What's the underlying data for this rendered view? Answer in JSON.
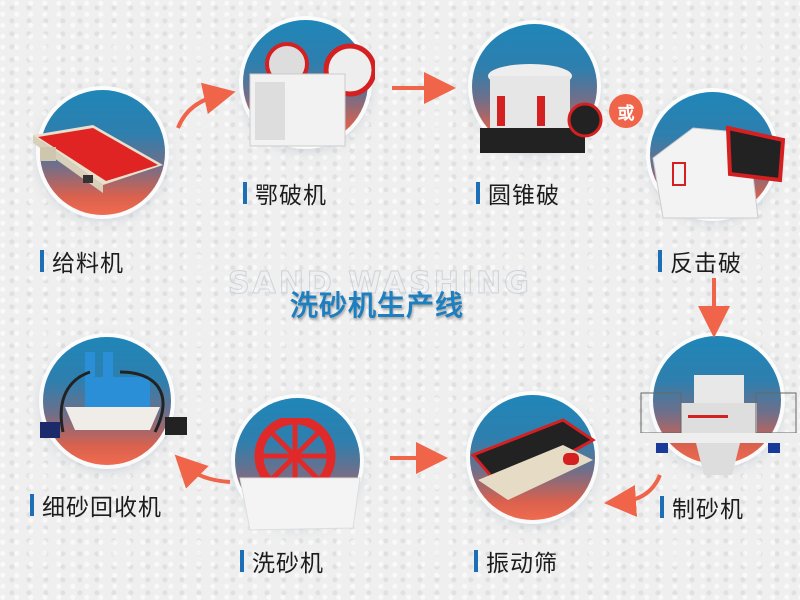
{
  "title": "洗砂机生产线",
  "watermark": "SAND WASHING",
  "or_badge": "或",
  "colors": {
    "accent_blue": "#1c6fb6",
    "title_blue": "#1e7fc0",
    "arrow_orange": "#f0644a",
    "circle_top": "#1f86b8",
    "circle_bottom": "#f06a4f"
  },
  "stages": [
    {
      "id": "feeder",
      "label": "给料机"
    },
    {
      "id": "jaw-crusher",
      "label": "鄂破机"
    },
    {
      "id": "cone-crusher",
      "label": "圆锥破"
    },
    {
      "id": "impact-crusher",
      "label": "反击破"
    },
    {
      "id": "sand-maker",
      "label": "制砂机"
    },
    {
      "id": "vibrating-screen",
      "label": "振动筛"
    },
    {
      "id": "sand-washer",
      "label": "洗砂机"
    },
    {
      "id": "fine-sand-recycler",
      "label": "细砂回收机"
    }
  ]
}
